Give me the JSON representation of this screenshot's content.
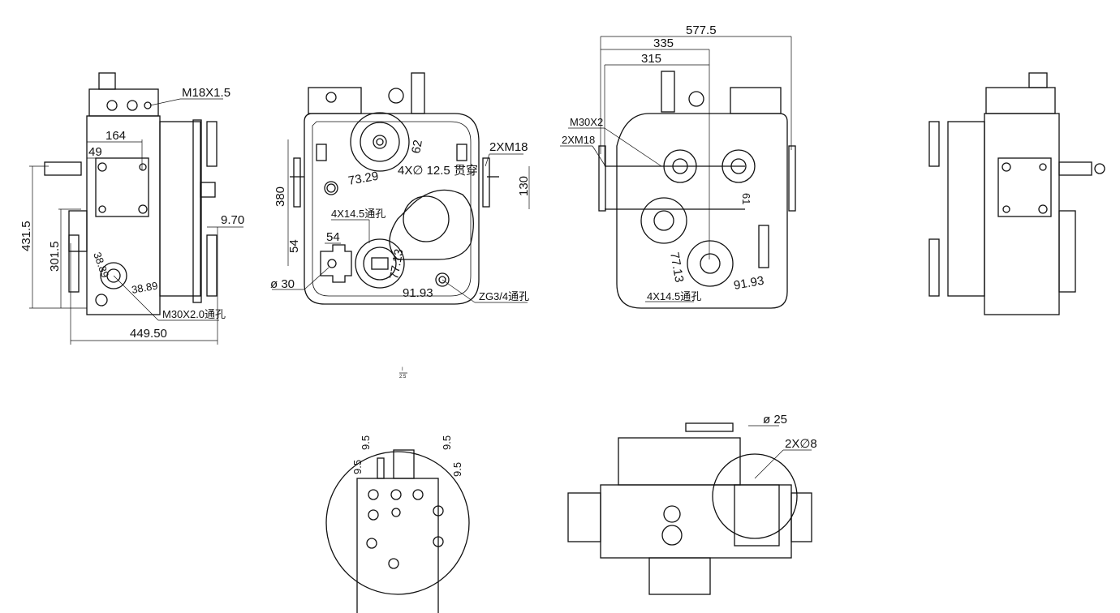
{
  "drawing": {
    "side_view_left": {
      "thread_top": "M18X1.5",
      "dim_164": "164",
      "dim_49": "49",
      "dim_height_total": "431.5",
      "dim_height_mid": "301.5",
      "dim_offset": "9.70",
      "dim_hole_a": "38.89",
      "dim_hole_b": "38.89",
      "thread_bottom": "M30X2.0通孔",
      "dim_width": "449.50"
    },
    "front_view": {
      "dim_62": "62",
      "dim_73": "73.29",
      "holes_top": "4X∅ 12.5 贯穿",
      "thread_side": "2XM18",
      "dim_380": "380",
      "dim_130": "130",
      "holes_bottom": "4X14.5通孔",
      "dim_54h": "54",
      "dim_54v": "54",
      "dim_77": "77.13",
      "dim_91": "91.93",
      "dia_30": "ø 30",
      "port": "ZG3/4通孔"
    },
    "rear_view": {
      "dim_577": "577.5",
      "dim_335": "335",
      "dim_315": "315",
      "thread_m30": "M30X2",
      "thread_side": "2XM18",
      "dim_small": "61",
      "dim_77": "77.13",
      "dim_91": "91.93",
      "holes_bottom": "4X14.5通孔"
    },
    "detail_view": {
      "label": "I",
      "scale": "2:5",
      "dim_a": "9.5",
      "dim_b": "9.5",
      "dim_c": "9.5",
      "dim_d": "9.5"
    },
    "bottom_view": {
      "dia_25": "ø 25",
      "holes": "2X∅8"
    }
  }
}
